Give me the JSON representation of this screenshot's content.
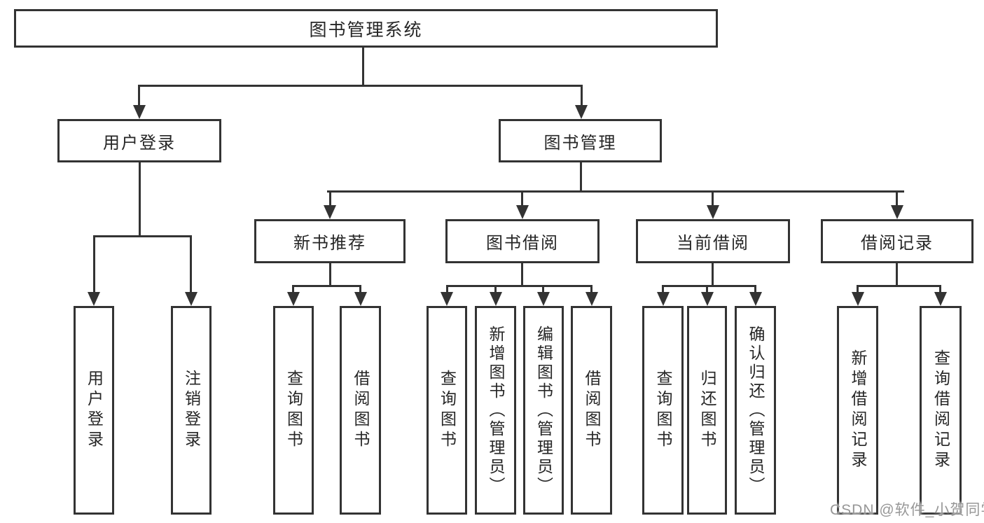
{
  "colors": {
    "line": "#333333",
    "text": "#262626",
    "background": "#ffffff",
    "watermark": "#979797"
  },
  "diagram": {
    "root": {
      "label": "图书管理系统"
    },
    "level2": [
      {
        "label": "用户登录"
      },
      {
        "label": "图书管理"
      }
    ],
    "level3": [
      {
        "label": "新书推荐"
      },
      {
        "label": "图书借阅"
      },
      {
        "label": "当前借阅"
      },
      {
        "label": "借阅记录"
      }
    ],
    "leaves": {
      "user_login": [
        "用户登录",
        "注销登录"
      ],
      "new_book_recommend": [
        "查询图书",
        "借阅图书"
      ],
      "book_borrowing": [
        "查询图书",
        "新增图书（管理员）",
        "编辑图书（管理员）",
        "借阅图书"
      ],
      "current_borrowing": [
        "查询图书",
        "归还图书",
        "确认归还（管理员）"
      ],
      "borrowing_records": [
        "新增借阅记录",
        "查询借阅记录"
      ]
    }
  },
  "watermark": {
    "text": "CSDN @软件_小贺同学"
  }
}
